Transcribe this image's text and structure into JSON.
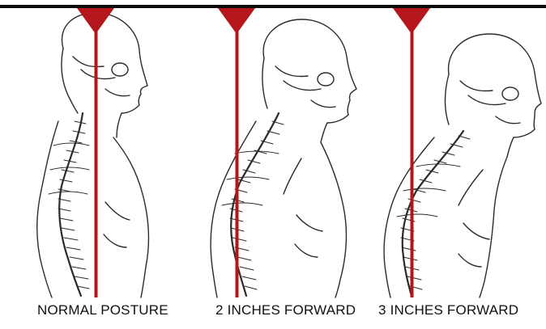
{
  "colors": {
    "plumb_line": "#b5161c",
    "top_bar": "#0a0a0a",
    "ink": "#2b2b2b",
    "background": "#ffffff"
  },
  "panels": [
    {
      "caption": "NORMAL POSTURE"
    },
    {
      "caption": "2 INCHES FORWARD"
    },
    {
      "caption": "3 INCHES FORWARD"
    }
  ]
}
